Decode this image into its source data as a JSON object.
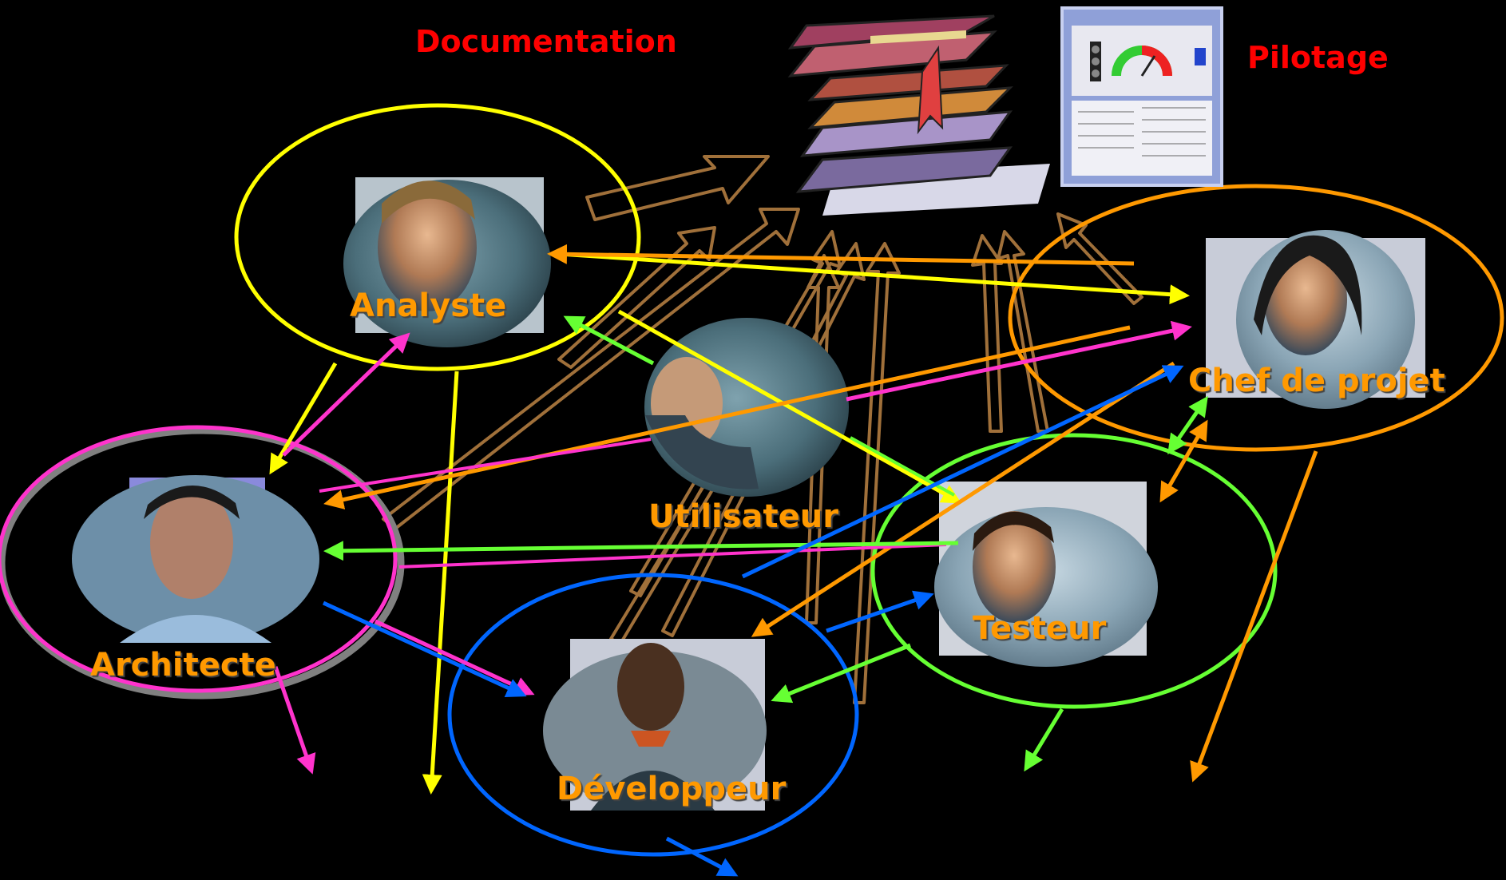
{
  "headings": {
    "documentation": "Documentation",
    "pilotage": "Pilotage"
  },
  "roles": {
    "analyste": "Analyste",
    "chef_de_projet": "Chef de projet",
    "utilisateur": "Utilisateur",
    "architecte": "Architecte",
    "testeur": "Testeur",
    "developpeur": "Développeur"
  },
  "colors": {
    "background": "#000000",
    "heading": "#FF0000",
    "role_label": "#FF9900",
    "analyste": "#FFFF00",
    "chef_de_projet": "#FF9900",
    "utilisateur": "#FF33CC",
    "architecte": "#FF33CC",
    "testeur": "#66FF33",
    "developpeur": "#0066FF",
    "documentation_arrows": "#A0703A"
  },
  "icons": {
    "documentation": "books-stack-icon",
    "pilotage": "dashboard-icon"
  }
}
